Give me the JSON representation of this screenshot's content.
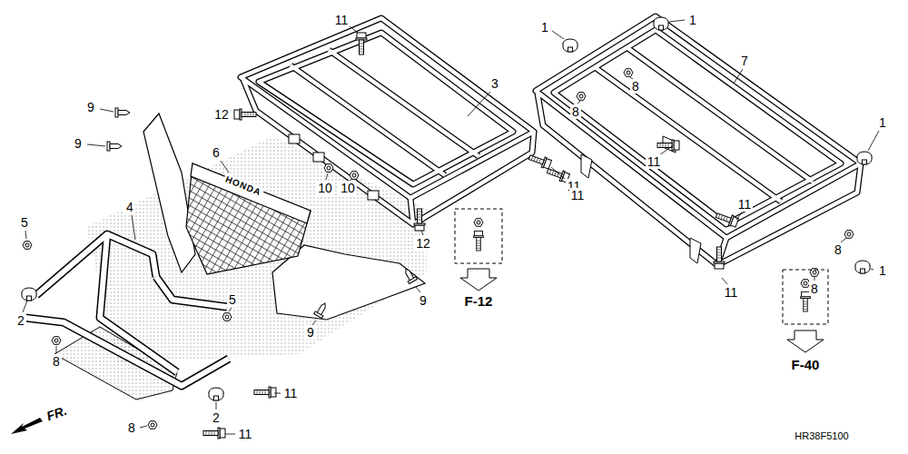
{
  "diagram": {
    "labels": [
      "9",
      "9",
      "6",
      "4",
      "5",
      "2",
      "8",
      "5",
      "11",
      "8",
      "2",
      "11",
      "9",
      "9",
      "11",
      "12",
      "3",
      "10",
      "10",
      "12",
      "11",
      "F-12",
      "1",
      "1",
      "7",
      "8",
      "8",
      "1",
      "11",
      "11",
      "11",
      "1",
      "8",
      "8",
      "11",
      "F-40",
      "FR.",
      "HR38F5100",
      "HONDA"
    ]
  }
}
